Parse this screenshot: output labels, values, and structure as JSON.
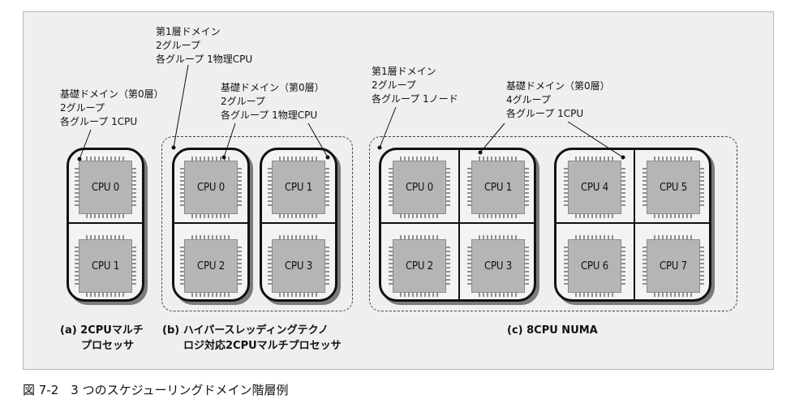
{
  "labels": {
    "a_domain": "基礎ドメイン（第0層）\n2グループ\n各グループ 1CPU",
    "b_level1": "第1層ドメイン\n2グループ\n各グループ 1物理CPU",
    "b_domain": "基礎ドメイン（第0層）\n2グループ\n各グループ 1物理CPU",
    "c_level1": "第1層ドメイン\n2グループ\n各グループ 1ノード",
    "c_domain": "基礎ドメイン（第0層）\n4グループ\n各グループ 1CPU"
  },
  "cpus": {
    "a": [
      "CPU 0",
      "CPU 1"
    ],
    "b_left": [
      "CPU 0",
      "CPU 2"
    ],
    "b_right": [
      "CPU 1",
      "CPU 3"
    ],
    "c_node0": [
      "CPU 0",
      "CPU 1",
      "CPU 2",
      "CPU 3"
    ],
    "c_node1": [
      "CPU 4",
      "CPU 5",
      "CPU 6",
      "CPU 7"
    ]
  },
  "captions": {
    "a": "(a) 2CPUマルチ\n　　プロセッサ",
    "b": "(b) ハイパースレッディングテクノ\n　　ロジ対応2CPUマルチプロセッサ",
    "c": "(c) 8CPU NUMA"
  },
  "figure_caption": "図 7-2　3 つのスケジューリングドメイン階層例"
}
